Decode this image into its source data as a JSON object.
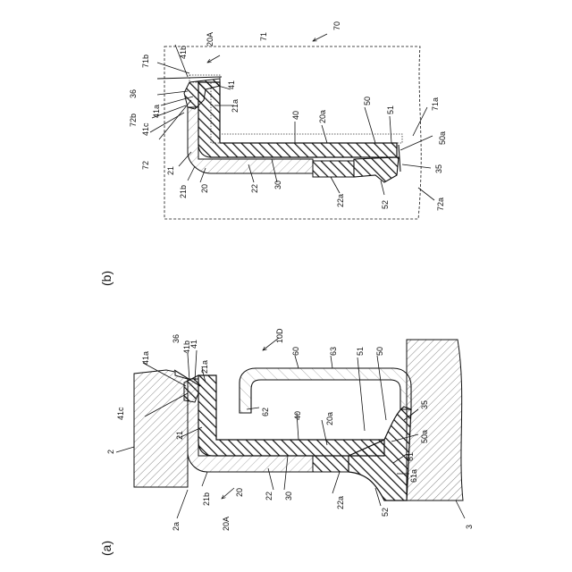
{
  "panels": {
    "a": {
      "label": "(a)",
      "refs": {
        "r2": "2",
        "r2a": "2a",
        "r3": "3",
        "r10D": "10D",
        "r20": "20",
        "r20a": "20a",
        "r20A": "20A",
        "r21": "21",
        "r21a": "21a",
        "r21b": "21b",
        "r22": "22",
        "r22a": "22a",
        "r30": "30",
        "r35": "35",
        "r36": "36",
        "r40": "40",
        "r41": "41",
        "r41a": "41a",
        "r41b": "41b",
        "r41c": "41c",
        "r50": "50",
        "r50a": "50a",
        "r51": "51",
        "r52": "52",
        "r60": "60",
        "r61": "61",
        "r61a": "61a",
        "r62": "62",
        "r63": "63"
      }
    },
    "b": {
      "label": "(b)",
      "refs": {
        "r20": "20",
        "r20a": "20a",
        "r20A": "20A",
        "r21": "21",
        "r21a": "21a",
        "r21b": "21b",
        "r22": "22",
        "r22a": "22a",
        "r30": "30",
        "r35": "35",
        "r36": "36",
        "r40": "40",
        "r41": "41",
        "r41a": "41a",
        "r41b": "41b",
        "r41c": "41c",
        "r50": "50",
        "r50a": "50a",
        "r51": "51",
        "r52": "52",
        "r70": "70",
        "r71": "71",
        "r71a": "71a",
        "r71b": "71b",
        "r72": "72",
        "r72a": "72a",
        "r72b": "72b"
      }
    }
  },
  "colors": {
    "line": "#111111",
    "background": "#ffffff"
  }
}
